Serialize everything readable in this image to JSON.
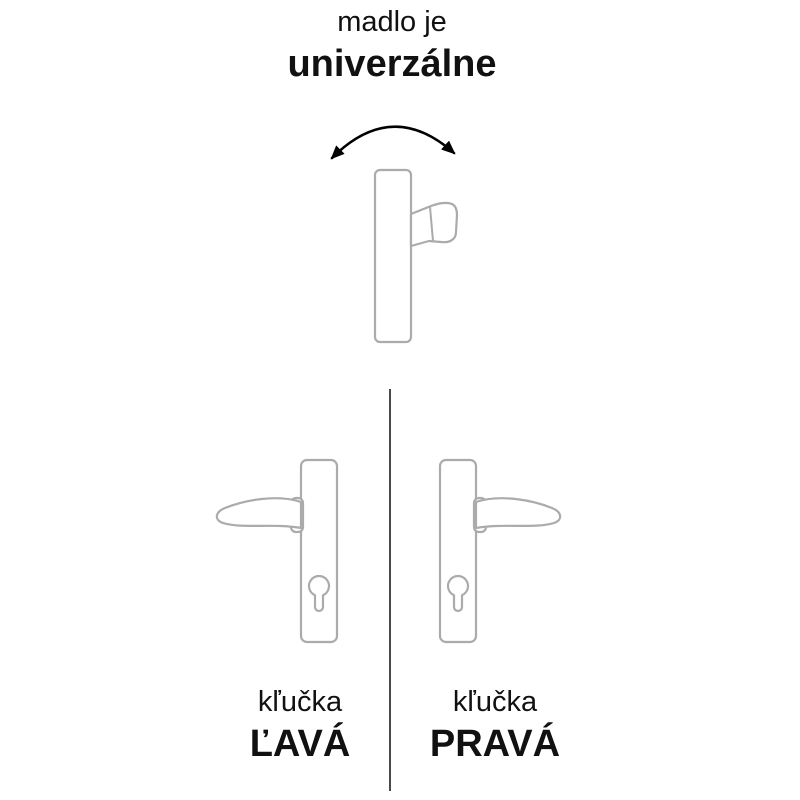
{
  "header": {
    "line1": "madlo je",
    "line2": "univerzálne"
  },
  "labels": {
    "left": {
      "type": "kľučka",
      "side": "ĽAVÁ"
    },
    "right": {
      "type": "kľučka",
      "side": "PRAVÁ"
    }
  },
  "icons": {
    "rotation_arrow": "curved-double-headed-rotation-arrow",
    "universal_handle": "door-pull-handle-front-view",
    "left_handle": "door-lever-handle-left-with-euro-cylinder",
    "right_handle": "door-lever-handle-right-with-euro-cylinder"
  },
  "colors": {
    "outline": "#ababab",
    "text": "#111111",
    "arrow": "#000000",
    "divider": "#4a4a4a"
  }
}
